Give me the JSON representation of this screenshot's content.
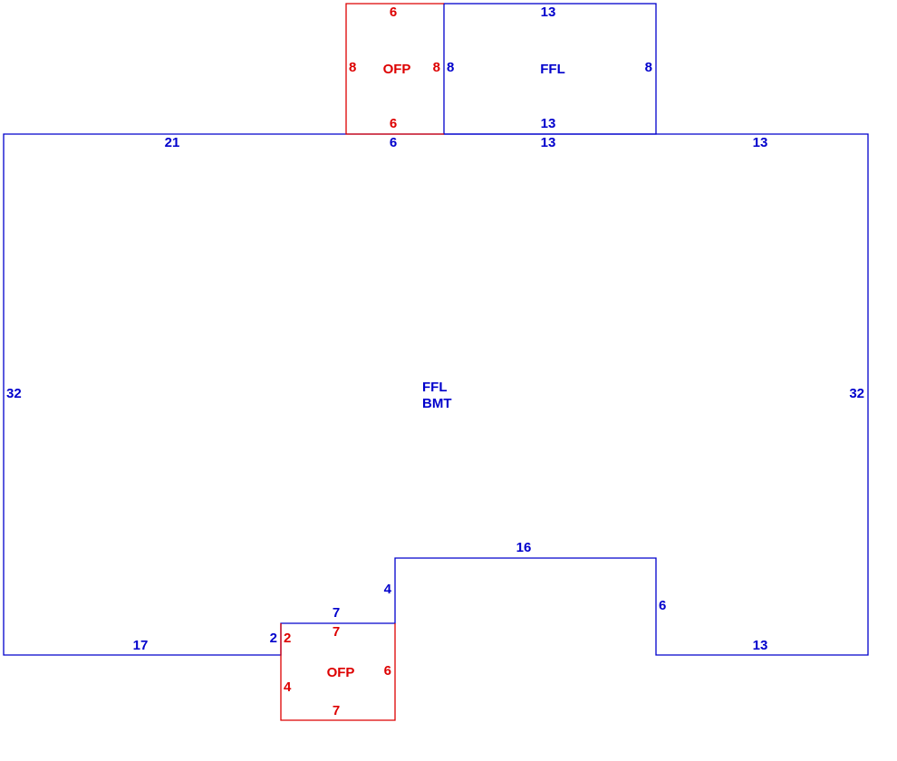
{
  "colors": {
    "living": "#0000cc",
    "porch": "#dd0000",
    "background": "#ffffff"
  },
  "areas": {
    "main": {
      "line1": "FFL",
      "line2": "BMT"
    },
    "top_ffl": "FFL",
    "top_porch": "OFP",
    "bottom_porch": "OFP"
  },
  "dimensions": {
    "main_top_left": "21",
    "main_top_mid_a": "6",
    "main_top_mid_b": "13",
    "main_top_right": "13",
    "main_left": "32",
    "main_right": "32",
    "main_bottom_left": "17",
    "main_bottom_right": "13",
    "notch_left": "4",
    "notch_top": "16",
    "notch_right": "6",
    "step_top": "7",
    "step_left": "2",
    "top_ffl_top": "13",
    "top_ffl_bottom": "13",
    "top_ffl_left": "8",
    "top_ffl_right": "8",
    "top_porch_top": "6",
    "top_porch_bottom": "6",
    "top_porch_left": "8",
    "top_porch_right": "8",
    "bottom_porch_top": "7",
    "bottom_porch_bottom": "7",
    "bottom_porch_left_a": "2",
    "bottom_porch_left_b": "4",
    "bottom_porch_right": "6"
  }
}
